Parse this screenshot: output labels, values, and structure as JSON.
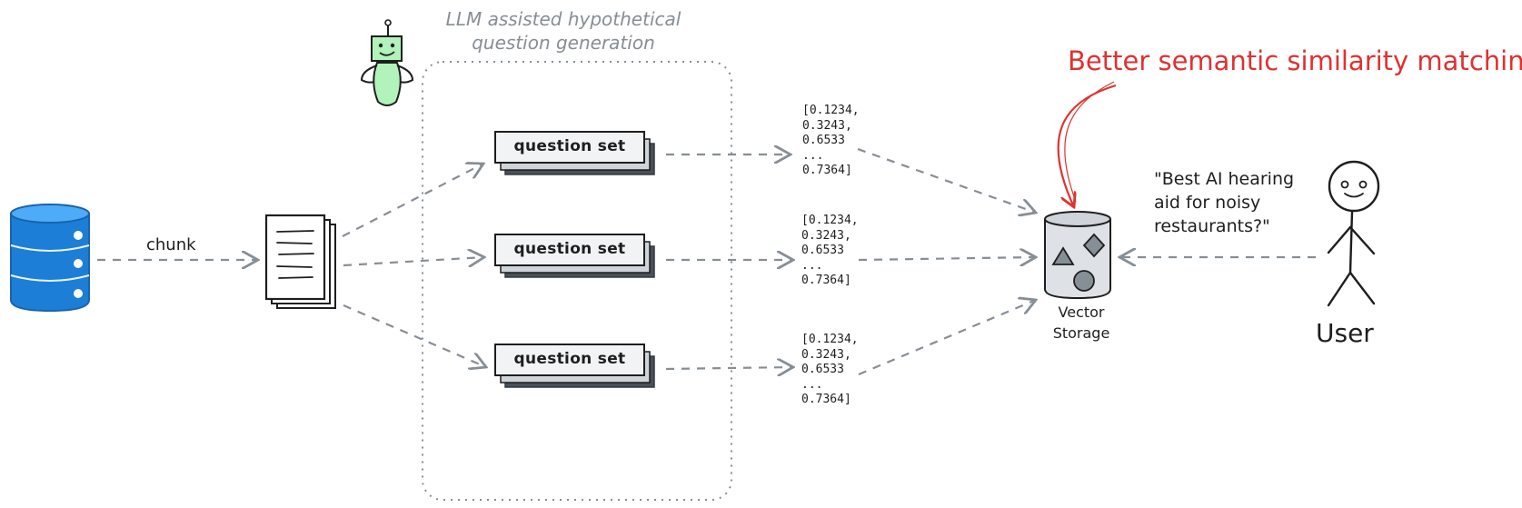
{
  "title": "LLM assisted hypothetical question generation",
  "chunk_label": "chunk",
  "question_sets": [
    {
      "label": "question set"
    },
    {
      "label": "question set"
    },
    {
      "label": "question set"
    }
  ],
  "embeddings": [
    {
      "text": "[0.1234,\n0.3243,\n0.6533\n...\n0.7364]"
    },
    {
      "text": "[0.1234,\n0.3243,\n0.6533\n...\n0.7364]"
    },
    {
      "text": "[0.1234,\n0.3243,\n0.6533\n...\n0.7364]"
    }
  ],
  "vector_storage_label": "Vector Storage",
  "callout": "Better semantic similarity matching!",
  "user_query": "\"Best AI hearing\naid for noisy\nrestaurants?\"",
  "user_label": "User",
  "colors": {
    "arrow": "#868e96",
    "database": "#1c7ed6",
    "callout": "#e03131",
    "storage_fill": "#dee2e6",
    "robot_fill": "#b2f2bb"
  }
}
